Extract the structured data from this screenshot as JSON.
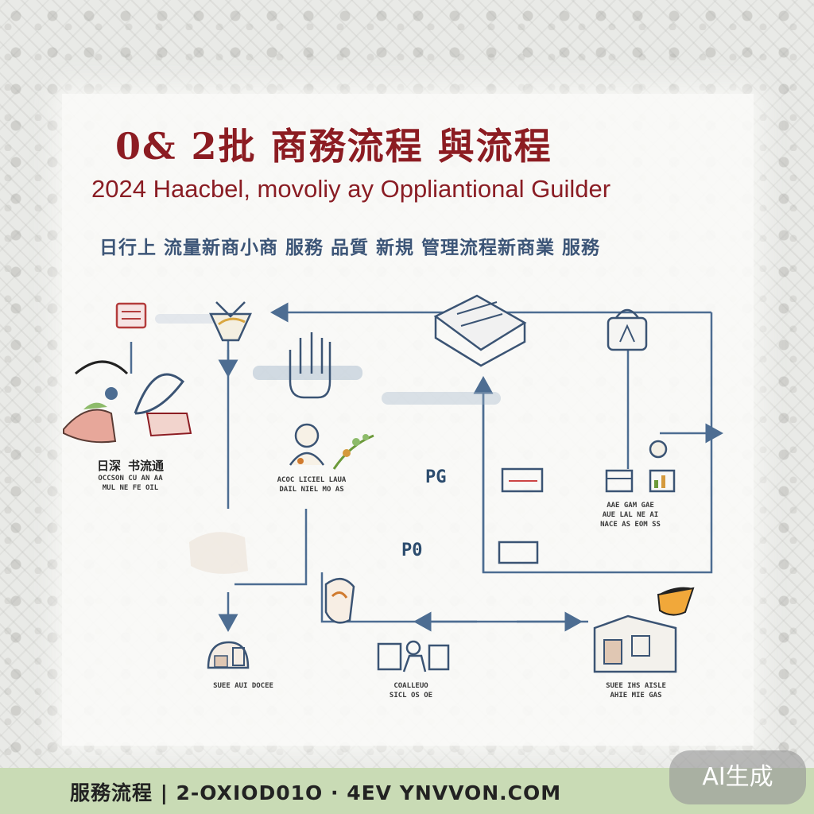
{
  "header": {
    "title_cn": "0& 2批 商務流程 與流程",
    "title_en": "2024 Haacbel, movoliy ay Oppliantional Guilder",
    "subtitle": "日行上 流量新商小商 服務 品質 新規 管理流程新商業 服務"
  },
  "diagram": {
    "box_labels": [
      "PG",
      "P0"
    ],
    "captions": [
      {
        "id": "left",
        "lines": [
          "日深 书流通",
          "OCCSON CU AN AA",
          "MUL NE FE OIL"
        ]
      },
      {
        "id": "center",
        "lines": [
          "ACOC LICIEL LAUA",
          "DAIL NIEL MO AS"
        ]
      },
      {
        "id": "right",
        "lines": [
          "AAE GAM GAE",
          "AUE LAL NE AI",
          "NACE AS EOM SS"
        ]
      },
      {
        "id": "bottom-left",
        "lines": [
          "SUEE AUI DOCEE"
        ]
      },
      {
        "id": "bottom-center",
        "lines": [
          "COALLEUO",
          "SICL OS OE"
        ]
      },
      {
        "id": "bottom-right",
        "lines": [
          "SUEE IHS AISLE",
          "AHIE MIE GAS"
        ]
      }
    ]
  },
  "footer": {
    "text": "服務流程 | 2-OXIOD01O · 4EV YNVVON.COM"
  },
  "badge": {
    "label": "AI生成"
  },
  "colors": {
    "title_red": "#8c1c22",
    "flow_blue": "#4d6d92",
    "footer_green": "#c9dbb5"
  }
}
